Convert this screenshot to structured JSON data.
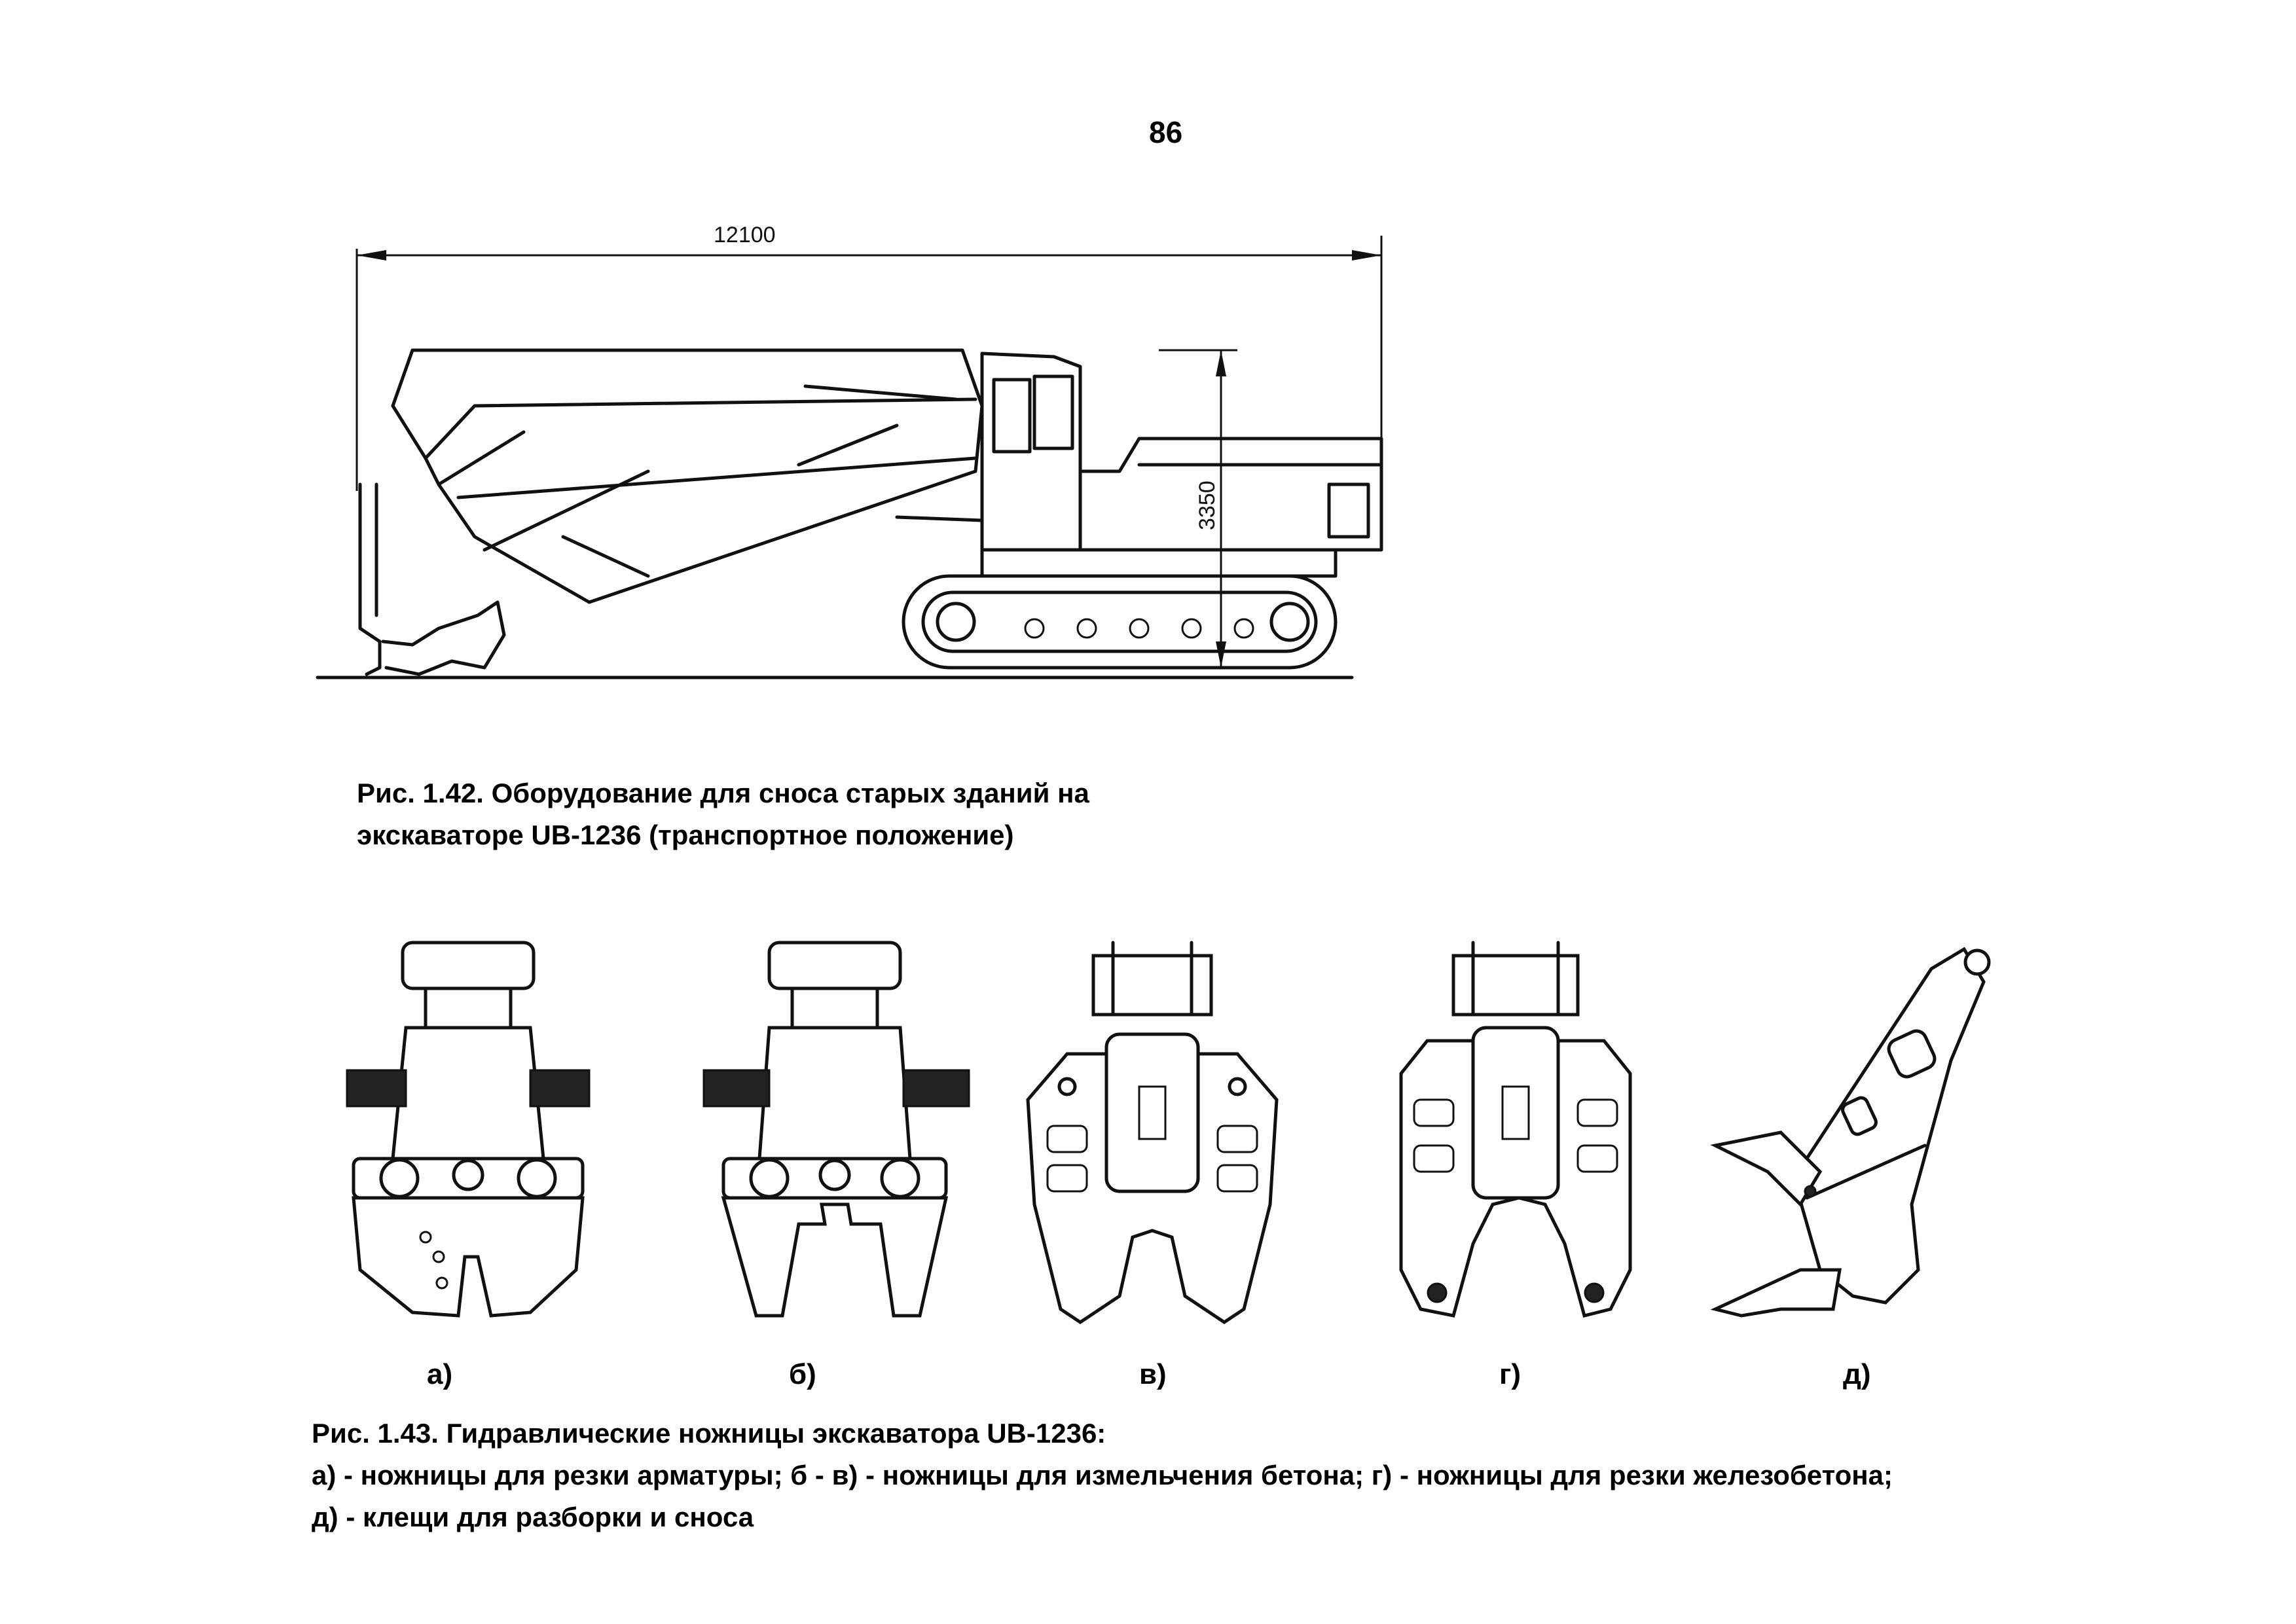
{
  "page": {
    "number": "86"
  },
  "figure_142": {
    "dimension_length": "12100",
    "dimension_height": "3350",
    "caption_line1": "Рис. 1.42. Оборудование для сноса старых зданий на",
    "caption_line2": "экскаваторе UB-1236 (транспортное положение)"
  },
  "figure_143": {
    "labels": [
      "а)",
      "б)",
      "в)",
      "г)",
      "д)"
    ],
    "caption_line1": "Рис. 1.43. Гидравлические ножницы экскаватора UB-1236:",
    "caption_line2": "а) - ножницы для резки арматуры; б - в) -  ножницы для измельчения бетона; г) - ножницы для резки железобетона;",
    "caption_line3": "д) - клещи для разборки и сноса"
  }
}
